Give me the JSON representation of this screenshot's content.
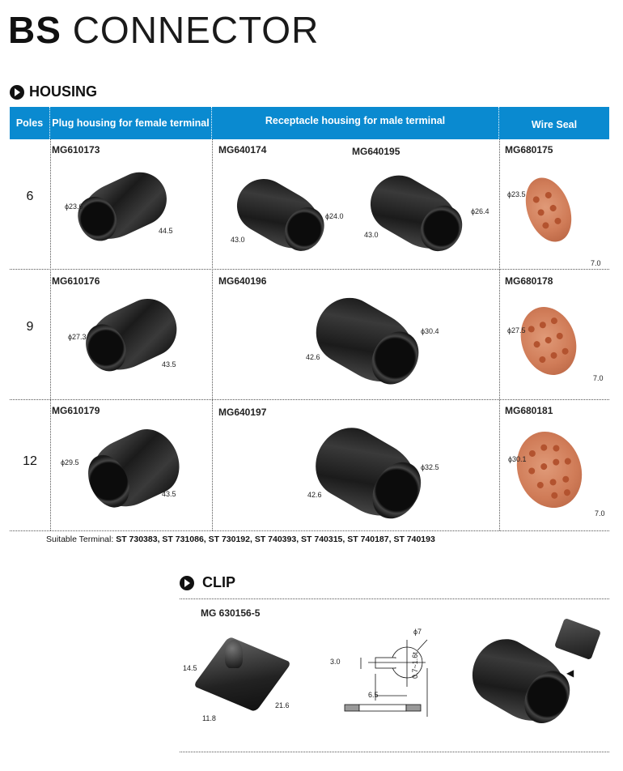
{
  "title": {
    "bold": "BS",
    "rest": "CONNECTOR"
  },
  "housing": {
    "heading": "HOUSING",
    "columns": {
      "poles": "Poles",
      "plug": "Plug housing for female terminal",
      "receptacle": "Receptacle housing for  male terminal",
      "seal": "Wire Seal"
    },
    "rows": [
      {
        "poles": "6",
        "plug": {
          "code": "MG610173",
          "dia": "ϕ23.6",
          "len": "44.5"
        },
        "receptacle": [
          {
            "code": "MG640174",
            "dia": "ϕ24.0",
            "len": "43.0"
          },
          {
            "code": "MG640195",
            "dia": "ϕ26.4",
            "len": "43.0"
          }
        ],
        "seal": {
          "code": "MG680175",
          "dia": "ϕ23.5",
          "len": "7.0"
        }
      },
      {
        "poles": "9",
        "plug": {
          "code": "MG610176",
          "dia": "ϕ27.3",
          "len": "43.5"
        },
        "receptacle": [
          {
            "code": "MG640196",
            "dia": "ϕ30.4",
            "len": "42.6"
          }
        ],
        "seal": {
          "code": "MG680178",
          "dia": "ϕ27.5",
          "len": "7.0"
        }
      },
      {
        "poles": "12",
        "plug": {
          "code": "MG610179",
          "dia": "ϕ29.5",
          "len": "43.5"
        },
        "receptacle": [
          {
            "code": "MG640197",
            "dia": "ϕ32.5",
            "len": "42.6"
          }
        ],
        "seal": {
          "code": "MG680181",
          "dia": "ϕ30.1",
          "len": "7.0"
        }
      }
    ],
    "terminal_label": "Suitable Terminal:",
    "terminal_list": "ST 730383, ST 731086, ST 730192, ST 740393, ST 740315, ST 740187, ST 740193"
  },
  "clip": {
    "heading": "CLIP",
    "code": "MG 630156-5",
    "dims": {
      "height": "14.5",
      "width": "11.8",
      "length": "21.6"
    },
    "drawing": {
      "dia": "ϕ7",
      "slot": "3.0",
      "offset": "6.5",
      "thickness": "0.7~1.6t"
    }
  },
  "colors": {
    "header": "#0a8ad0",
    "seal": "#d07c58",
    "housing": "#1b1b1b"
  }
}
